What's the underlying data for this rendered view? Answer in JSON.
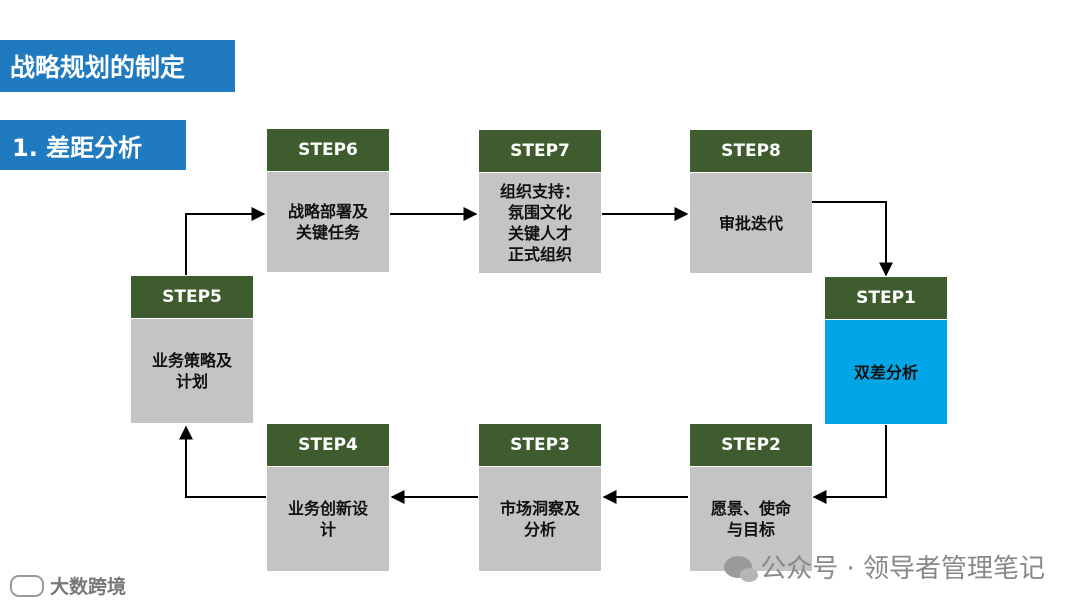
{
  "title": "战略规划的制定",
  "subtitle": "1. 差距分析",
  "steps": [
    {
      "id": "step1",
      "label": "STEP1",
      "text": "双差分析",
      "active": true
    },
    {
      "id": "step2",
      "label": "STEP2",
      "text": "愿景、使命\n与目标",
      "active": false
    },
    {
      "id": "step3",
      "label": "STEP3",
      "text": "市场洞察及\n分析",
      "active": false
    },
    {
      "id": "step4",
      "label": "STEP4",
      "text": "业务创新设\n计",
      "active": false
    },
    {
      "id": "step5",
      "label": "STEP5",
      "text": "业务策略及\n计划",
      "active": false
    },
    {
      "id": "step6",
      "label": "STEP6",
      "text": "战略部署及\n关键任务",
      "active": false
    },
    {
      "id": "step7",
      "label": "STEP7",
      "text": "组织支持：\n氛围文化\n关键人才\n正式组织",
      "active": false
    },
    {
      "id": "step8",
      "label": "STEP8",
      "text": "审批迭代",
      "active": false
    }
  ],
  "colors": {
    "title_bg": "#1f7ac0",
    "step_header": "#3e5c2e",
    "step_body": "#c4c4c4",
    "step_active": "#00a6e6"
  },
  "watermark": "公众号 · 领导者管理笔记",
  "corner_logo": "大数跨境"
}
